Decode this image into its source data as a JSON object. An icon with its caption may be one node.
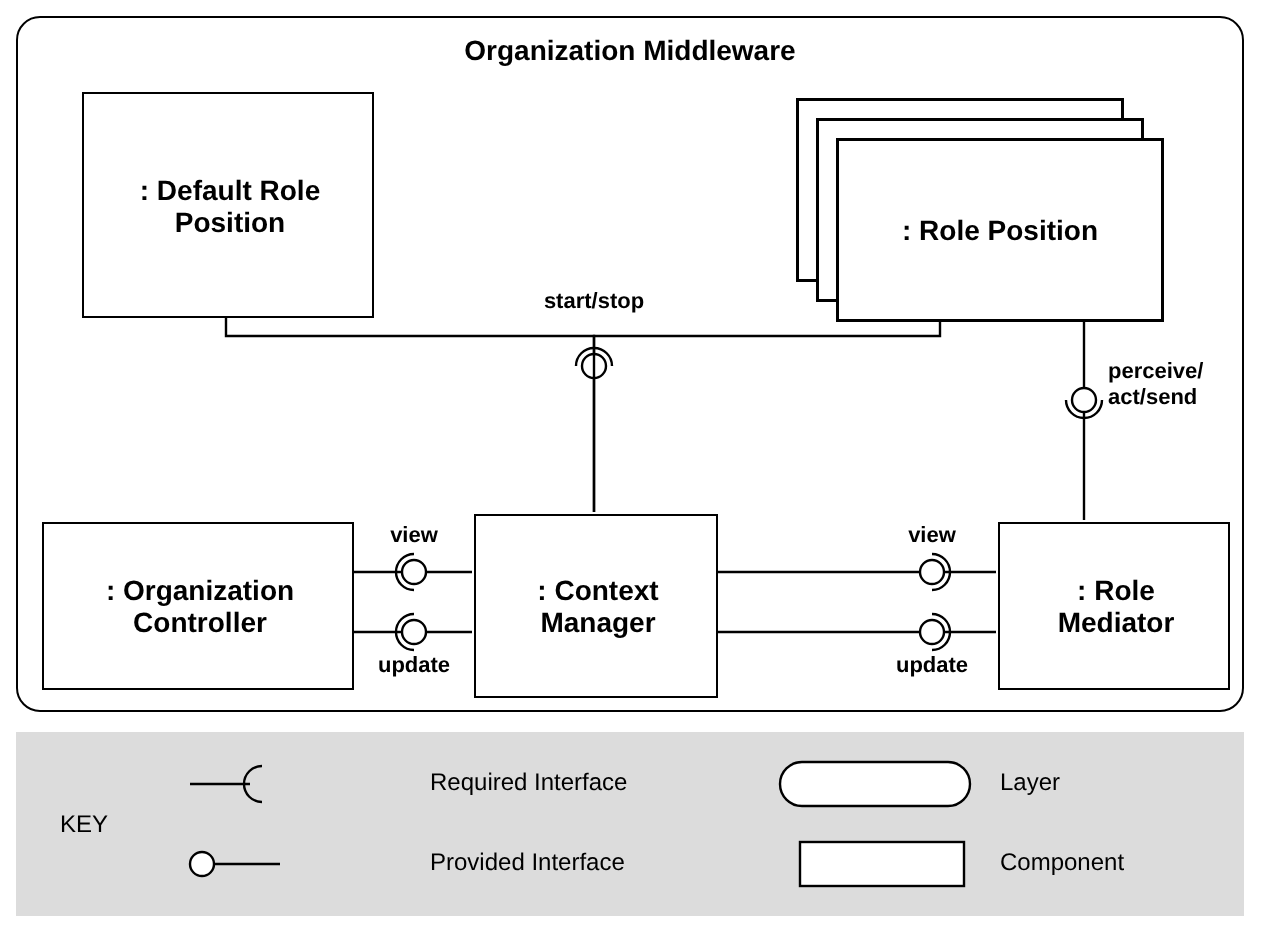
{
  "diagram": {
    "nodes": [
      {
        "text": [
          "Organization Middleware"
        ]
      },
      {
        "text": [
          ": Default Role Position"
        ],
        "in": 0
      },
      {
        "text": [
          ": Role Position"
        ],
        "in": 0
      },
      {
        "text": [
          ": Organization Controller"
        ],
        "in": 0
      },
      {
        "text": [
          ": Context Manager"
        ],
        "in": 0
      },
      {
        "text": [
          ": Role Mediator"
        ],
        "in": 0
      }
    ],
    "edges": [
      {
        "from": 1,
        "to": 4,
        "arrow": "none",
        "label": "start/stop"
      },
      {
        "from": 2,
        "to": 4,
        "arrow": "none"
      },
      {
        "from": 3,
        "to": 4,
        "arrow": "none",
        "label": "view"
      },
      {
        "from": 3,
        "to": 4,
        "arrow": "none",
        "label": "update"
      },
      {
        "from": 5,
        "to": 4,
        "arrow": "none",
        "label": "view"
      },
      {
        "from": 5,
        "to": 4,
        "arrow": "none",
        "label": "update"
      },
      {
        "from": 5,
        "to": 2,
        "arrow": "none",
        "label": "perceive/ act/send"
      }
    ],
    "labels": [
      "KEY"
    ],
    "legend": [
      {
        "text": "Required Interface"
      },
      {
        "text": "Layer"
      },
      {
        "text": "Provided Interface"
      },
      {
        "text": "Component"
      }
    ]
  }
}
